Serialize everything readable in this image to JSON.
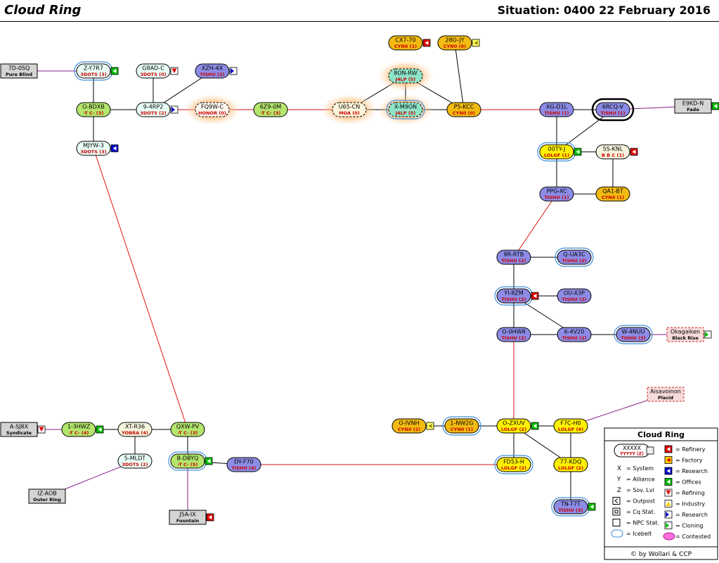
{
  "header": {
    "title": "Cloud Ring",
    "situation": "Situation: 0400 22 February 2016"
  },
  "colors": {
    "3DOTS": "#e8fdf5",
    "TCF": "#b4e66e",
    "TISHU": "#8c8ce6",
    "CYN0": "#f2bb12",
    "LOLGF": "#fff200",
    "J4LP": "#8ee4c8",
    "HONOR": "#fdf6ee",
    "MOA": "#fdf5dc",
    "YOBRA": "#f5f3dc",
    "BBC": "#f7f3dc",
    "ext": "#d4d4d4"
  },
  "systems": [
    {
      "id": "7D-0SQ",
      "alliance": "Pure Blind",
      "kind": "ext"
    },
    {
      "id": "Z-Y7R7",
      "alliance": "3DOTS (3)",
      "kind": "3DOTS",
      "icebelt": true
    },
    {
      "id": "G8AD-C",
      "alliance": "3DOTS (0)",
      "kind": "3DOTS"
    },
    {
      "id": "XZH-4X",
      "alliance": "TISHU (2)",
      "kind": "TISHU"
    },
    {
      "id": "O-BDXB",
      "alliance": "-T C- (3)",
      "kind": "TCF"
    },
    {
      "id": "9-4RP2",
      "alliance": "3DOTS (2)",
      "kind": "3DOTS"
    },
    {
      "id": "FQ9W-C",
      "alliance": "HONOR (0)",
      "kind": "HONOR",
      "contested": true
    },
    {
      "id": "6Z9-0M",
      "alliance": "-T C- (3)",
      "kind": "TCF"
    },
    {
      "id": "U65-CN",
      "alliance": "MOA (0)",
      "kind": "MOA",
      "contested": true
    },
    {
      "id": "X-M9ON",
      "alliance": "J4LP (5)",
      "kind": "J4LP",
      "contested": true,
      "icebelt": true
    },
    {
      "id": "8ON-RW",
      "alliance": "J4LP (5)",
      "kind": "J4LP",
      "contested": true
    },
    {
      "id": "CX7-70",
      "alliance": "CYN0 (1)",
      "kind": "CYN0"
    },
    {
      "id": "28O-JY",
      "alliance": "CYN0 (0)",
      "kind": "CYN0"
    },
    {
      "id": "P5-KCC",
      "alliance": "CYN0 (0)",
      "kind": "CYN0"
    },
    {
      "id": "XG-D1L",
      "alliance": "TISHU (1)",
      "kind": "TISHU"
    },
    {
      "id": "6RCQ-V",
      "alliance": "TISHU (1)",
      "kind": "TISHU"
    },
    {
      "id": "E9KD-N",
      "alliance": "Fade",
      "kind": "ext"
    },
    {
      "id": "MJYW-3",
      "alliance": "3DOTS (3)",
      "kind": "3DOTS"
    },
    {
      "id": "00TY-J",
      "alliance": "LOLGF (1)",
      "kind": "LOLGF",
      "icebelt": true
    },
    {
      "id": "5S-KNL",
      "alliance": "B B C (1)",
      "kind": "BBC"
    },
    {
      "id": "PPG-XC",
      "alliance": "TISHU (1)",
      "kind": "TISHU"
    },
    {
      "id": "QA1-BT",
      "alliance": "CYN0 (1)",
      "kind": "CYN0"
    },
    {
      "id": "8R-RTB",
      "alliance": "TISHU (2)",
      "kind": "TISHU"
    },
    {
      "id": "Q-UA3C",
      "alliance": "TISHU (2)",
      "kind": "TISHU",
      "icebelt": true
    },
    {
      "id": "YI-8ZM",
      "alliance": "TISHU (2)",
      "kind": "TISHU",
      "icebelt": true
    },
    {
      "id": "OU-X3P",
      "alliance": "TISHU (2)",
      "kind": "TISHU"
    },
    {
      "id": "O-0HW8",
      "alliance": "TISHU (2)",
      "kind": "TISHU"
    },
    {
      "id": "6-4V20",
      "alliance": "TISHU (2)",
      "kind": "TISHU"
    },
    {
      "id": "W-4NUU",
      "alliance": "TISHU (3)",
      "kind": "TISHU",
      "icebelt": true
    },
    {
      "id": "Okagaiken",
      "alliance": "Black Rise",
      "kind": "ext",
      "dashed": true
    },
    {
      "id": "Aisavoinon",
      "alliance": "Placid",
      "kind": "ext",
      "dashed": true
    },
    {
      "id": "A-SJ8X",
      "alliance": "Syndicate",
      "kind": "ext"
    },
    {
      "id": "1-3HWZ",
      "alliance": "-T C- (4)",
      "kind": "TCF"
    },
    {
      "id": "XT-R36",
      "alliance": "YOBRA (4)",
      "kind": "YOBRA"
    },
    {
      "id": "QXW-PV",
      "alliance": "-T C- (3)",
      "kind": "TCF"
    },
    {
      "id": "5-MLDT",
      "alliance": "3DOTS (2)",
      "kind": "3DOTS"
    },
    {
      "id": "B-DBYQ",
      "alliance": "-T C- (5)",
      "kind": "TCF",
      "icebelt": true
    },
    {
      "id": "DY-F70",
      "alliance": "TISHU (4)",
      "kind": "TISHU"
    },
    {
      "id": "IZ-AOB",
      "alliance": "Outer Ring",
      "kind": "ext"
    },
    {
      "id": "J5A-IX",
      "alliance": "Fountain",
      "kind": "ext"
    },
    {
      "id": "O-IVNH",
      "alliance": "CYN0 (2)",
      "kind": "CYN0"
    },
    {
      "id": "1-NW2G",
      "alliance": "CYN0 (1)",
      "kind": "CYN0",
      "icebelt": true
    },
    {
      "id": "O-ZXUV",
      "alliance": "LOLGF (2)",
      "kind": "LOLGF"
    },
    {
      "id": "F7C-H0",
      "alliance": "LOLGF (4)",
      "kind": "LOLGF"
    },
    {
      "id": "FD53-H",
      "alliance": "LOLGF (2)",
      "kind": "LOLGF",
      "icebelt": true
    },
    {
      "id": "77-KDQ",
      "alliance": "LOLGF (2)",
      "kind": "LOLGF"
    },
    {
      "id": "TN-T7T",
      "alliance": "TISHU (3)",
      "kind": "TISHU",
      "icebelt": true
    }
  ],
  "connections": [
    {
      "a": "7D-0SQ",
      "b": "Z-Y7R7",
      "type": "region"
    },
    {
      "a": "Z-Y7R7",
      "b": "O-BDXB",
      "type": "normal"
    },
    {
      "a": "G8AD-C",
      "b": "9-4RP2",
      "type": "normal"
    },
    {
      "a": "9-4RP2",
      "b": "XZH-4X",
      "type": "normal"
    },
    {
      "a": "O-BDXB",
      "b": "9-4RP2",
      "type": "normal"
    },
    {
      "a": "O-BDXB",
      "b": "MJYW-3",
      "type": "normal"
    },
    {
      "a": "9-4RP2",
      "b": "FQ9W-C",
      "type": "constellation"
    },
    {
      "a": "FQ9W-C",
      "b": "6Z9-0M",
      "type": "constellation"
    },
    {
      "a": "6Z9-0M",
      "b": "U65-CN",
      "type": "constellation"
    },
    {
      "a": "U65-CN",
      "b": "X-M9ON",
      "type": "normal"
    },
    {
      "a": "U65-CN",
      "b": "8ON-RW",
      "type": "normal"
    },
    {
      "a": "8ON-RW",
      "b": "X-M9ON",
      "type": "normal"
    },
    {
      "a": "8ON-RW",
      "b": "P5-KCC",
      "type": "normal"
    },
    {
      "a": "X-M9ON",
      "b": "P5-KCC",
      "type": "normal"
    },
    {
      "a": "28O-JY",
      "b": "P5-KCC",
      "type": "normal"
    },
    {
      "a": "P5-KCC",
      "b": "XG-D1L",
      "type": "constellation"
    },
    {
      "a": "XG-D1L",
      "b": "6RCQ-V",
      "type": "normal"
    },
    {
      "a": "6RCQ-V",
      "b": "E9KD-N",
      "type": "region"
    },
    {
      "a": "XG-D1L",
      "b": "00TY-J",
      "type": "normal"
    },
    {
      "a": "6RCQ-V",
      "b": "00TY-J",
      "type": "normal"
    },
    {
      "a": "00TY-J",
      "b": "5S-KNL",
      "type": "normal"
    },
    {
      "a": "00TY-J",
      "b": "PPG-XC",
      "type": "normal"
    },
    {
      "a": "5S-KNL",
      "b": "QA1-BT",
      "type": "normal"
    },
    {
      "a": "PPG-XC",
      "b": "QA1-BT",
      "type": "normal"
    },
    {
      "a": "PPG-XC",
      "b": "8R-RTB",
      "type": "constellation"
    },
    {
      "a": "8R-RTB",
      "b": "Q-UA3C",
      "type": "normal"
    },
    {
      "a": "8R-RTB",
      "b": "YI-8ZM",
      "type": "normal"
    },
    {
      "a": "YI-8ZM",
      "b": "OU-X3P",
      "type": "normal"
    },
    {
      "a": "YI-8ZM",
      "b": "O-0HW8",
      "type": "normal"
    },
    {
      "a": "YI-8ZM",
      "b": "6-4V20",
      "type": "normal"
    },
    {
      "a": "O-0HW8",
      "b": "6-4V20",
      "type": "normal"
    },
    {
      "a": "6-4V20",
      "b": "W-4NUU",
      "type": "normal"
    },
    {
      "a": "W-4NUU",
      "b": "Okagaiken",
      "type": "region"
    },
    {
      "a": "O-0HW8",
      "b": "O-ZXUV",
      "type": "constellation"
    },
    {
      "a": "MJYW-3",
      "b": "QXW-PV",
      "type": "constellation"
    },
    {
      "a": "A-SJ8X",
      "b": "1-3HWZ",
      "type": "region"
    },
    {
      "a": "1-3HWZ",
      "b": "XT-R36",
      "type": "normal"
    },
    {
      "a": "XT-R36",
      "b": "QXW-PV",
      "type": "normal"
    },
    {
      "a": "XT-R36",
      "b": "5-MLDT",
      "type": "normal"
    },
    {
      "a": "QXW-PV",
      "b": "B-DBYQ",
      "type": "normal"
    },
    {
      "a": "B-DBYQ",
      "b": "DY-F70",
      "type": "normal"
    },
    {
      "a": "5-MLDT",
      "b": "IZ-AOB",
      "type": "region"
    },
    {
      "a": "B-DBYQ",
      "b": "J5A-IX",
      "type": "region"
    },
    {
      "a": "DY-F70",
      "b": "FD53-H",
      "type": "constellation"
    },
    {
      "a": "O-IVNH",
      "b": "1-NW2G",
      "type": "normal"
    },
    {
      "a": "1-NW2G",
      "b": "O-ZXUV",
      "type": "normal"
    },
    {
      "a": "O-ZXUV",
      "b": "F7C-H0",
      "type": "normal"
    },
    {
      "a": "O-ZXUV",
      "b": "FD53-H",
      "type": "normal"
    },
    {
      "a": "O-ZXUV",
      "b": "77-KDQ",
      "type": "normal"
    },
    {
      "a": "F7C-H0",
      "b": "77-KDQ",
      "type": "normal"
    },
    {
      "a": "77-KDQ",
      "b": "TN-T7T",
      "type": "normal"
    },
    {
      "a": "F7C-H0",
      "b": "Aisavoinon",
      "type": "region"
    }
  ],
  "services": [
    {
      "sys": "Z-Y7R7",
      "icons": [
        "offices"
      ]
    },
    {
      "sys": "G8AD-C",
      "icons": [
        "refining"
      ]
    },
    {
      "sys": "XZH-4X",
      "icons": [
        "research-station"
      ]
    },
    {
      "sys": "9-4RP2",
      "icons": [
        "research-station"
      ]
    },
    {
      "sys": "CX7-70",
      "icons": [
        "refinery"
      ]
    },
    {
      "sys": "28O-JY",
      "icons": [
        "outpost-factory"
      ]
    },
    {
      "sys": "E9KD-N",
      "icons": [
        "offices"
      ]
    },
    {
      "sys": "MJYW-3",
      "icons": [
        "research"
      ]
    },
    {
      "sys": "00TY-J",
      "icons": [
        "offices"
      ]
    },
    {
      "sys": "5S-KNL",
      "icons": [
        "refinery"
      ]
    },
    {
      "sys": "YI-8ZM",
      "icons": [
        "refinery"
      ]
    },
    {
      "sys": "Okagaiken",
      "icons": [
        "cloning"
      ]
    },
    {
      "sys": "A-SJ8X",
      "icons": [
        "refining-npc"
      ]
    },
    {
      "sys": "1-3HWZ",
      "icons": [
        "offices"
      ]
    },
    {
      "sys": "B-DBYQ",
      "icons": [
        "offices"
      ]
    },
    {
      "sys": "J5A-IX",
      "icons": [
        "refinery"
      ]
    },
    {
      "sys": "O-IVNH",
      "icons": [
        "outpost-factory"
      ]
    },
    {
      "sys": "O-ZXUV",
      "icons": [
        "offices"
      ]
    },
    {
      "sys": "TN-T7T",
      "icons": [
        "offices"
      ]
    }
  ],
  "legend": {
    "title": "Cloud Ring",
    "sample_name": "XXXXX",
    "sample_sub": "YYYYY (Z)",
    "left": [
      {
        "key": "X",
        "text": "= System"
      },
      {
        "key": "Y",
        "text": "= Alliance"
      },
      {
        "key": "Z",
        "text": "= Sov. Lvl"
      },
      {
        "key": "",
        "text": "= Outpost",
        "icon": "outpost"
      },
      {
        "key": "",
        "text": "= Cq Stat.",
        "icon": "cq"
      },
      {
        "key": "",
        "text": "= NPC Stat.",
        "icon": "npc"
      },
      {
        "key": "",
        "text": "= Icebelt",
        "icon": "icebelt"
      }
    ],
    "right": [
      {
        "text": "= Refinery",
        "icon": "refinery"
      },
      {
        "text": "= Factory",
        "icon": "factory"
      },
      {
        "text": "= Research",
        "icon": "research"
      },
      {
        "text": "= Offices",
        "icon": "offices"
      },
      {
        "text": "= Refining",
        "icon": "refining"
      },
      {
        "text": "= Industry",
        "icon": "industry"
      },
      {
        "text": "= Research",
        "icon": "research2"
      },
      {
        "text": "= Cloning",
        "icon": "cloning"
      },
      {
        "text": "= Contested",
        "icon": "contested"
      }
    ],
    "credit": "© by Wollari & CCP"
  }
}
